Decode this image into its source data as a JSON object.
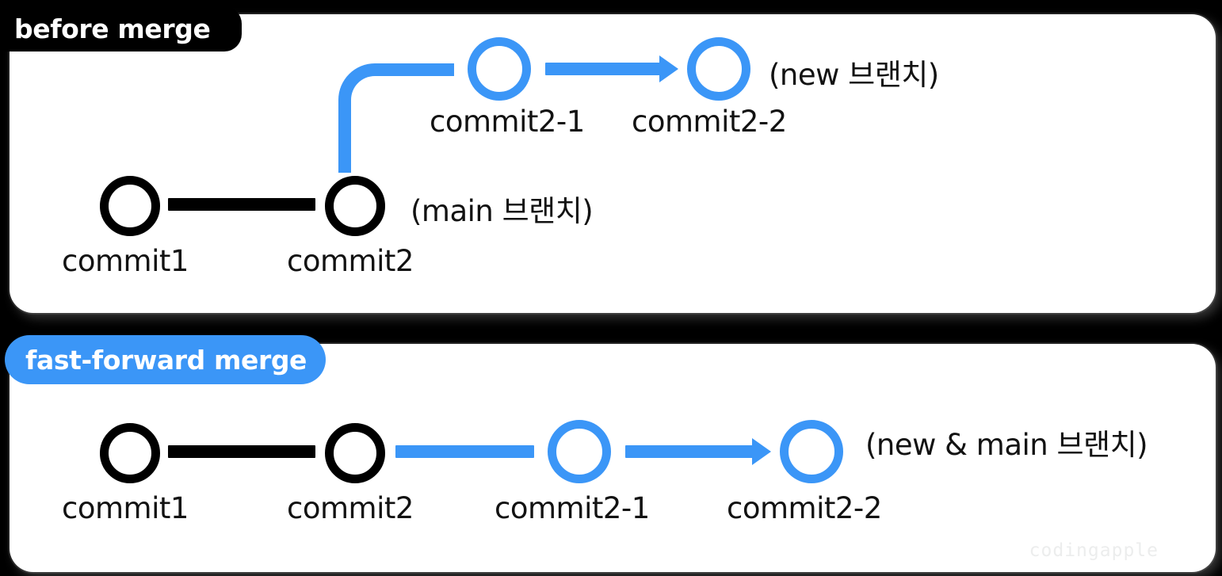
{
  "background_color": "#000000",
  "accent_color": "#3b96f7",
  "ink_color": "#000000",
  "card_color": "#ffffff",
  "watermark": "codingapple",
  "panels": [
    {
      "id": "before-merge",
      "badge_label": "before merge",
      "badge_style": "black",
      "nodes": [
        {
          "id": "commit1",
          "label": "commit1",
          "color": "#000000"
        },
        {
          "id": "commit2",
          "label": "commit2",
          "color": "#000000"
        },
        {
          "id": "commit2-1",
          "label": "commit2-1",
          "color": "#3b96f7"
        },
        {
          "id": "commit2-2",
          "label": "commit2-2",
          "color": "#3b96f7"
        }
      ],
      "branch_labels": [
        {
          "id": "new-branch",
          "text": "(new 브랜치)"
        },
        {
          "id": "main-branch",
          "text": "(main 브랜치)"
        }
      ]
    },
    {
      "id": "fast-forward-merge",
      "badge_label": "fast-forward merge",
      "badge_style": "blue",
      "nodes": [
        {
          "id": "commit1",
          "label": "commit1",
          "color": "#000000"
        },
        {
          "id": "commit2",
          "label": "commit2",
          "color": "#000000"
        },
        {
          "id": "commit2-1",
          "label": "commit2-1",
          "color": "#3b96f7"
        },
        {
          "id": "commit2-2",
          "label": "commit2-2",
          "color": "#3b96f7"
        }
      ],
      "branch_labels": [
        {
          "id": "new-and-main-branch",
          "text": "(new & main 브랜치)"
        }
      ]
    }
  ]
}
